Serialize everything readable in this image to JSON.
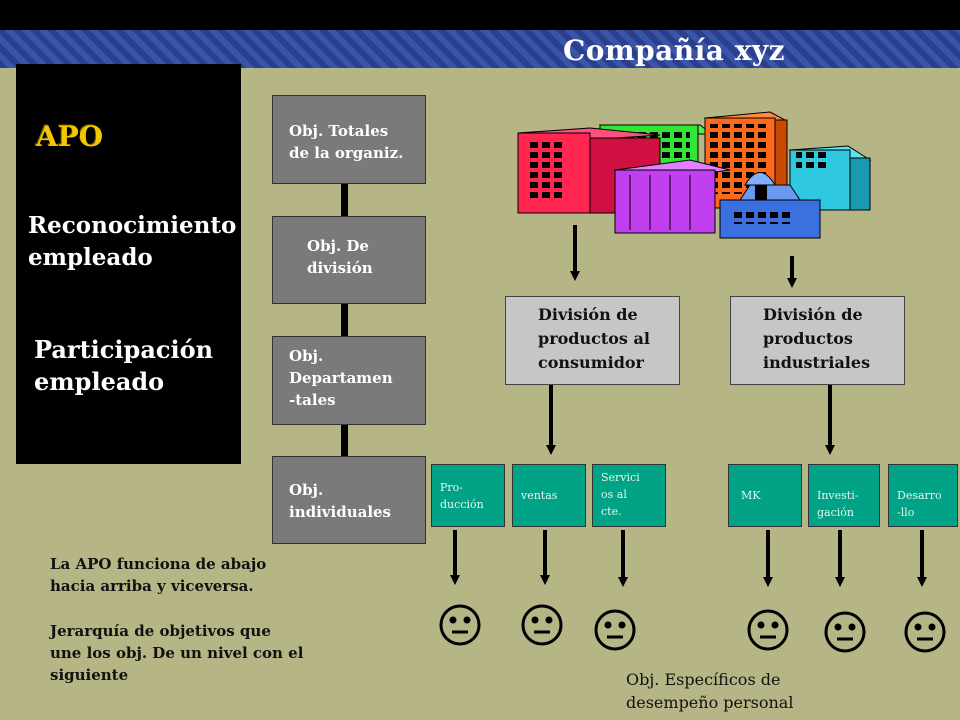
{
  "header": {
    "title": "Compañía xyz"
  },
  "left_panel": {
    "apo": "APO",
    "recognition_line1": "Reconocimiento",
    "recognition_line2": "empleado",
    "participation_line1": "Participación",
    "participation_line2": "empleado"
  },
  "hierarchy": [
    {
      "line1": "Obj. Totales",
      "line2": "de la organiz.",
      "line3": ""
    },
    {
      "line1": "Obj. De",
      "line2": "división",
      "line3": ""
    },
    {
      "line1": "Obj.",
      "line2": "Departamen",
      "line3": "-tales"
    },
    {
      "line1": "Obj.",
      "line2": "individuales",
      "line3": ""
    }
  ],
  "divisions": [
    {
      "line1": "División de",
      "line2": "productos al",
      "line3": "consumidor"
    },
    {
      "line1": "División de",
      "line2": "productos",
      "line3": "industriales"
    }
  ],
  "departments": [
    {
      "line1": "Pro-",
      "line2": "ducción",
      "line3": ""
    },
    {
      "line1": "ventas",
      "line2": "",
      "line3": ""
    },
    {
      "line1": "Servici",
      "line2": "os al",
      "line3": "cte."
    },
    {
      "line1": "MK",
      "line2": "",
      "line3": ""
    },
    {
      "line1": "Investi-",
      "line2": "gación",
      "line3": ""
    },
    {
      "line1": "Desarro",
      "line2": "-llo",
      "line3": ""
    }
  ],
  "notes": {
    "note1_line1": "La APO funciona de abajo",
    "note1_line2": "hacia arriba y viceversa.",
    "note2_line1": "Jerarquía de objetivos que",
    "note2_line2": "une  los obj. De un nivel con el",
    "note2_line3": "siguiente"
  },
  "footer": {
    "line1": "Obj. Específicos de",
    "line2": "desempeño personal"
  },
  "icons": {
    "person": "neutral-face-icon",
    "building": "buildings-icon"
  },
  "colors": {
    "band": "#2b3f8e",
    "background": "#b5b586",
    "apo": "#f0c800",
    "dept_box": "#00a386",
    "hierarchy_box": "#7a7a7a"
  }
}
